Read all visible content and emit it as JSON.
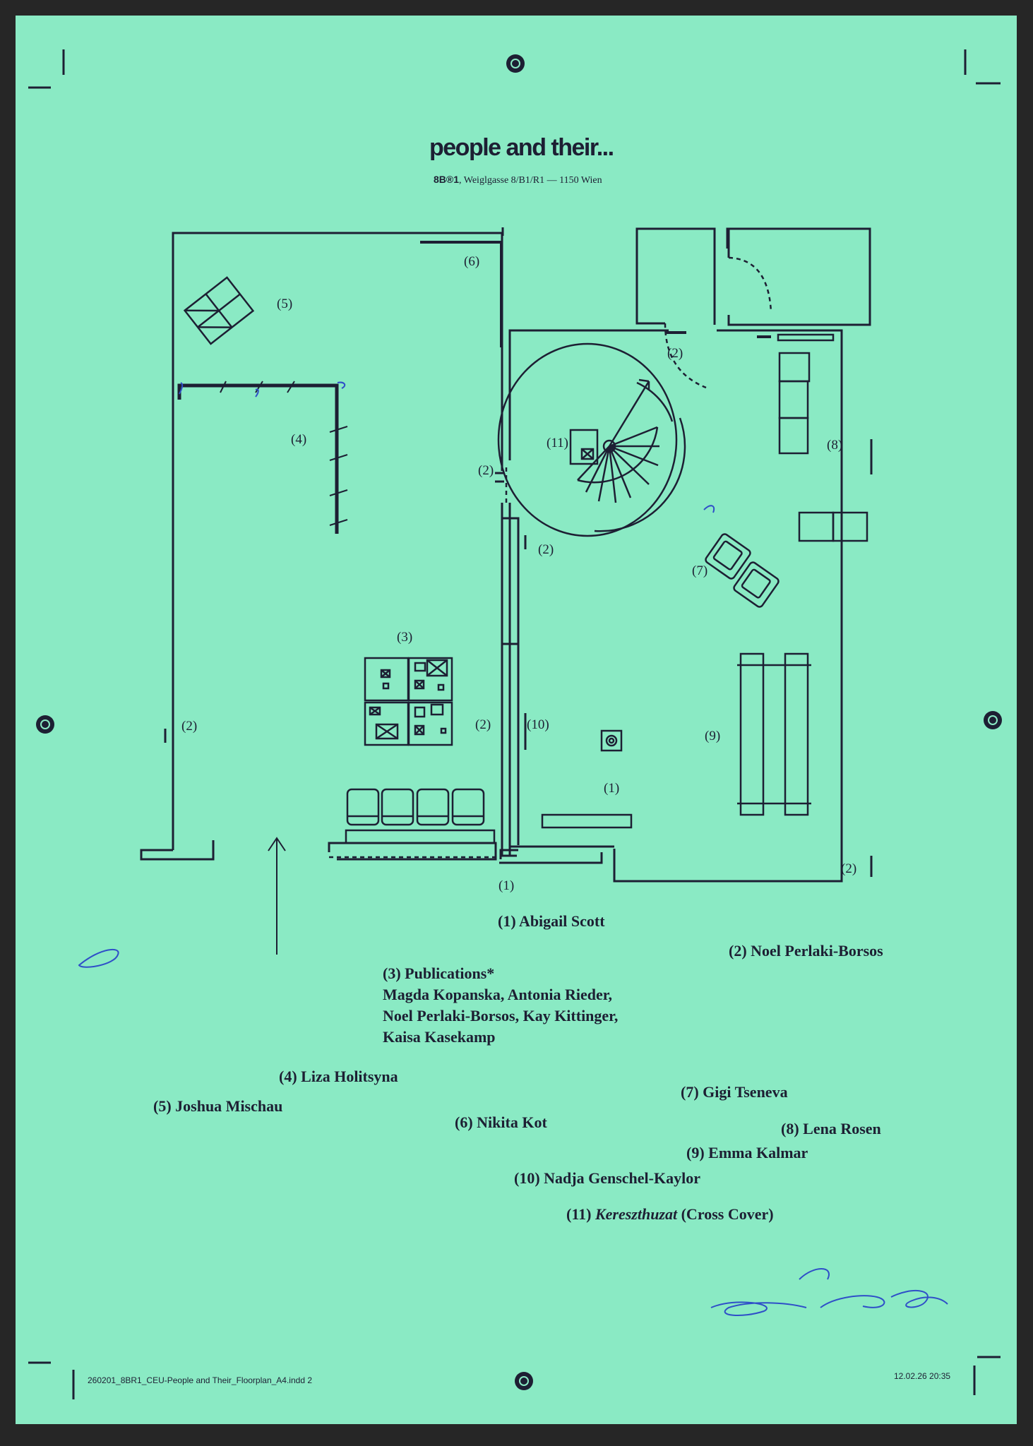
{
  "header": {
    "title": "people and their...",
    "venue_code": "8B®1",
    "address": ", Weiglgasse 8/B1/R1 — 1150 Wien"
  },
  "plan_labels": {
    "l6": "(6)",
    "l5": "(5)",
    "l4": "(4)",
    "l2_door": "(2)",
    "l11": "(11)",
    "l2_stair": "(2)",
    "l8": "(8)",
    "l2_mid": "(2)",
    "l7": "(7)",
    "l3": "(3)",
    "l2_left": "(2)",
    "l2_wall": "(2)",
    "l10": "(10)",
    "l9": "(9)",
    "l1_plan": "(1)",
    "l2_corner": "(2)",
    "l1_entry": "(1)"
  },
  "legend": {
    "item1": "(1)  Abigail Scott",
    "item2": "(2) Noel Perlaki-Borsos",
    "item3_title": "(3) Publications*",
    "item3_line1": "Magda Kopanska, Antonia Rieder,",
    "item3_line2": "Noel Perlaki-Borsos, Kay Kittinger,",
    "item3_line3": "Kaisa Kasekamp",
    "item4": "(4) Liza Holitsyna",
    "item5": "(5) Joshua Mischau",
    "item6": "(6) Nikita Kot",
    "item7": "(7) Gigi Tseneva",
    "item8": "(8) Lena Rosen",
    "item9": "(9) Emma Kalmar",
    "item10": "(10) Nadja Genschel-Kaylor",
    "item11_num": "(11) ",
    "item11_title": "Kereszthuzat",
    "item11_suffix": " (Cross Cover)"
  },
  "footer": {
    "file": "260201_8BR1_CEU-People and Their_Floorplan_A4.indd  2",
    "datetime": "12.02.26  20:35"
  },
  "colors": {
    "paper": "#8aeac4",
    "ink": "#1d1f33",
    "pen": "#2f4fc8",
    "background": "#262626"
  }
}
